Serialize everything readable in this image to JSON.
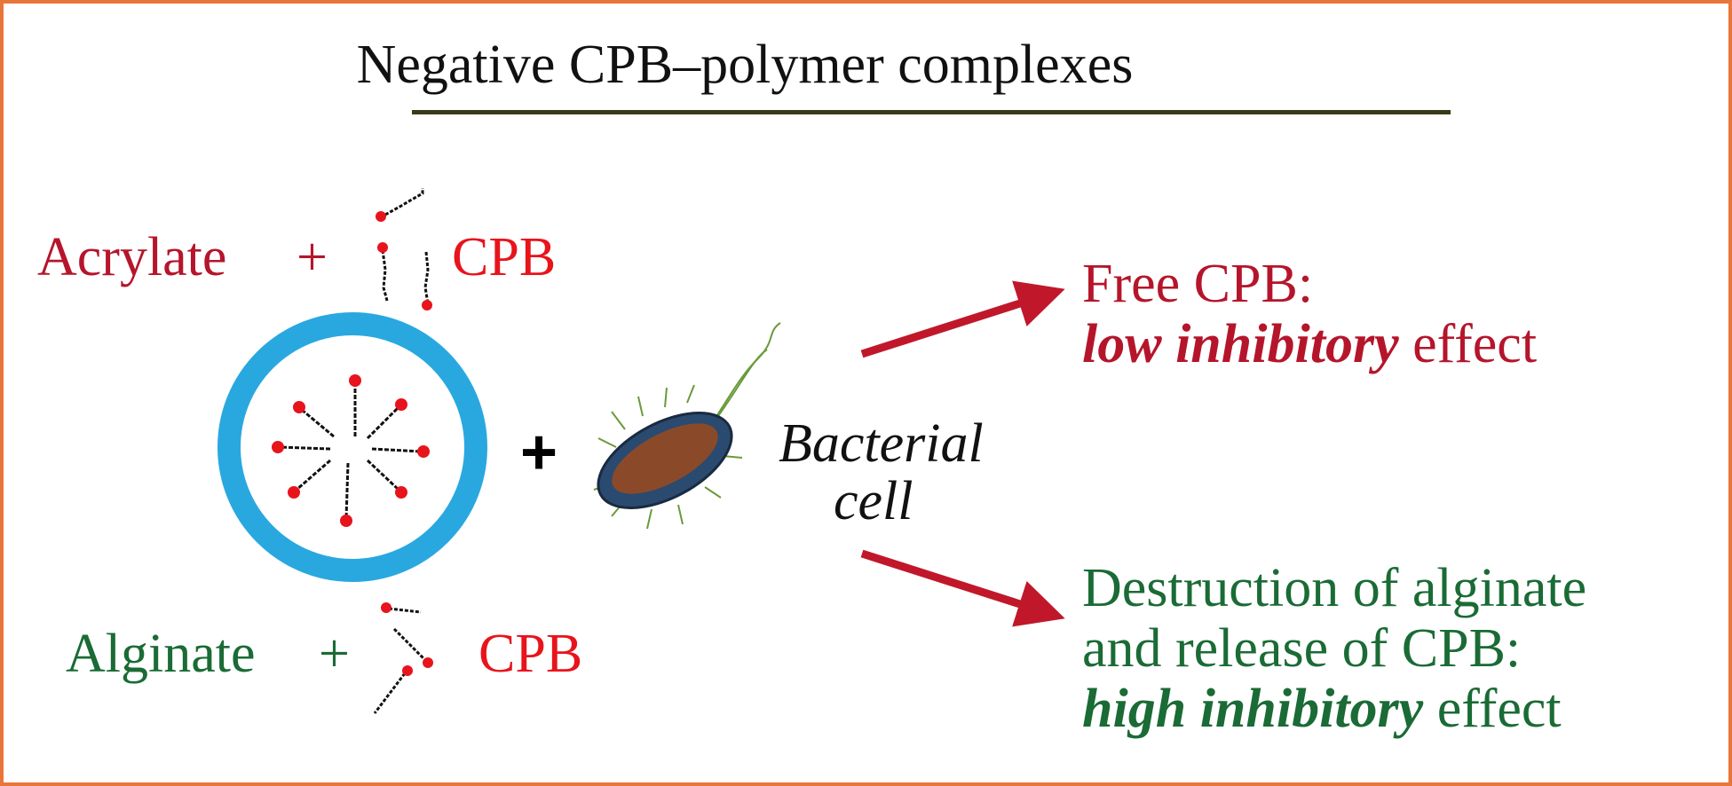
{
  "title": "Negative CPB–polymer complexes",
  "top_complex": {
    "polymer": "Acrylate",
    "plus": "+",
    "surfactant": "CPB"
  },
  "bottom_complex": {
    "polymer": "Alginate",
    "plus": "+",
    "surfactant": "CPB"
  },
  "micelle_plus": "+",
  "bacterium_label": {
    "line1": "Bacterial",
    "line2": "cell"
  },
  "outcome_acrylate": {
    "line1": "Free CPB:",
    "emphasis": "low inhibitory",
    "rest": " effect"
  },
  "outcome_alginate": {
    "line1": "Destruction of alginate",
    "line2": "and release of CPB:",
    "emphasis": "high inhibitory",
    "rest": " effect"
  },
  "colors": {
    "frame": "#e8763a",
    "acrylate": "#b5152b",
    "cpb": "#e8141c",
    "alginate": "#1a6b35",
    "micelle_ring": "#29a8e0",
    "arrow": "#c0182a"
  }
}
